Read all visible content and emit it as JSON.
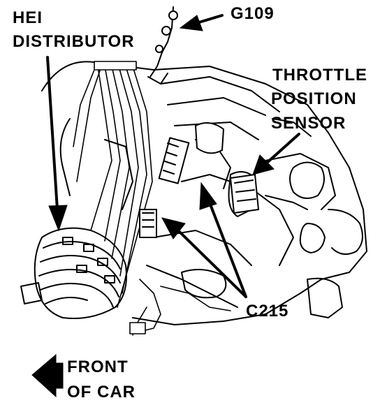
{
  "labels": {
    "hei": "HEI",
    "distributor": "DISTRIBUTOR",
    "ground": "G109",
    "tps_line1": "THROTTLE",
    "tps_line2": "POSITION",
    "tps_line3": "SENSOR",
    "connector": "C215",
    "front_line1": "FRONT",
    "front_line2": "OF CAR"
  }
}
